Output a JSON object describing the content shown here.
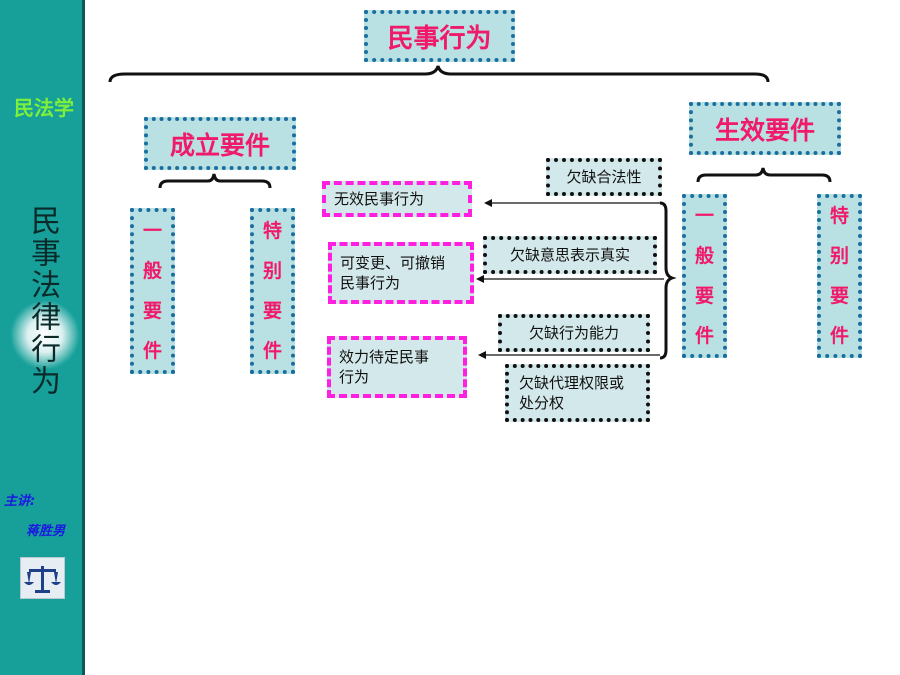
{
  "sidebar": {
    "title": "民法学",
    "vertical_title": "民事法律行为",
    "lecturer_label": "主讲:",
    "lecturer_name": "蒋胜男"
  },
  "diagram": {
    "root": "民事行为",
    "formation": "成立要件",
    "validity": "生效要件",
    "general_left": [
      "一",
      "般",
      "要",
      "件"
    ],
    "special_left": [
      "特",
      "别",
      "要",
      "件"
    ],
    "general_right": [
      "一",
      "般",
      "要",
      "件"
    ],
    "special_right": [
      "特",
      "别",
      "要",
      "件"
    ],
    "defects": {
      "legality": "欠缺合法性",
      "intention": "欠缺意思表示真实",
      "capacity": "欠缺行为能力",
      "agency_line1": "欠缺代理权限或",
      "agency_line2": "处分权"
    },
    "results": {
      "void": "无效民事行为",
      "voidable_line1": "可变更、可撤销",
      "voidable_line2": "民事行为",
      "pending_line1": "效力待定民事",
      "pending_line2": "行为"
    }
  }
}
